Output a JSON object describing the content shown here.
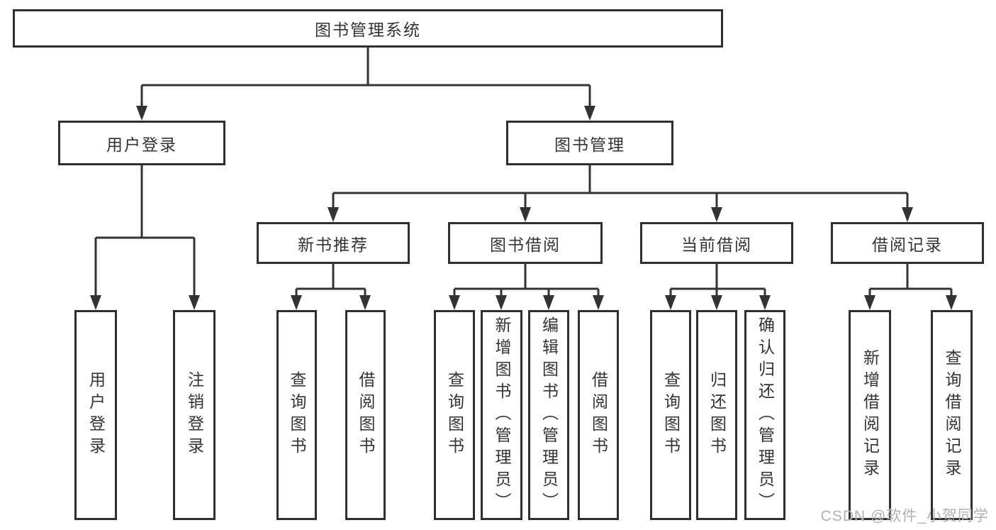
{
  "title": "图书管理系统",
  "colors": {
    "line": "#333333",
    "box_border": "#2f2f2f",
    "text": "#333333",
    "background": "#ffffff",
    "watermark": "#aeb1b4"
  },
  "tree": {
    "root": {
      "label": "图书管理系统"
    },
    "branches": [
      {
        "label": "用户登录",
        "children": [
          {
            "label": "用户登录"
          },
          {
            "label": "注销登录"
          }
        ]
      },
      {
        "label": "图书管理",
        "children": [
          {
            "label": "新书推荐",
            "children": [
              {
                "label": "查询图书"
              },
              {
                "label": "借阅图书"
              }
            ]
          },
          {
            "label": "图书借阅",
            "children": [
              {
                "label": "查询图书"
              },
              {
                "label": "新增图书（管理员）"
              },
              {
                "label": "编辑图书（管理员）"
              },
              {
                "label": "借阅图书"
              }
            ]
          },
          {
            "label": "当前借阅",
            "children": [
              {
                "label": "查询图书"
              },
              {
                "label": "归还图书"
              },
              {
                "label": "确认归还（管理员）"
              }
            ]
          },
          {
            "label": "借阅记录",
            "children": [
              {
                "label": "新增借阅记录"
              },
              {
                "label": "查询借阅记录"
              }
            ]
          }
        ]
      }
    ]
  },
  "watermark": {
    "text": "CSDN @软件_小贺同学"
  }
}
